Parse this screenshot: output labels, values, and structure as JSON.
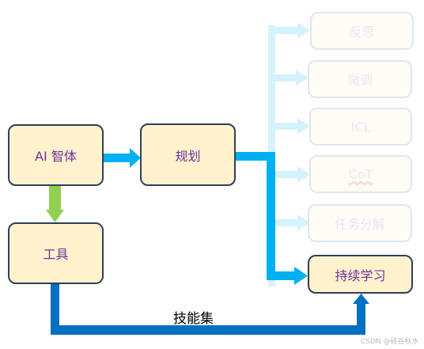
{
  "nodes": {
    "agent": "AI 智体",
    "tools": "工具",
    "planning": "规划",
    "reflection": "反思",
    "finetune": "微调",
    "icl": "ICL",
    "cot": "CoT",
    "decompose": "任务分解",
    "continual": "持续学习"
  },
  "edge_label": "技能集",
  "watermark": "CSDN @硅谷秋水",
  "colors": {
    "box_fill": "#fff2cc",
    "box_border": "#2f3f5a",
    "box_text": "#7030a0",
    "faded_border": "#e1e6ee",
    "arrow_blue": "#00b0f0",
    "arrow_light": "#d5f2fd",
    "arrow_green": "#92d050",
    "arrow_dark": "#0070c0"
  }
}
